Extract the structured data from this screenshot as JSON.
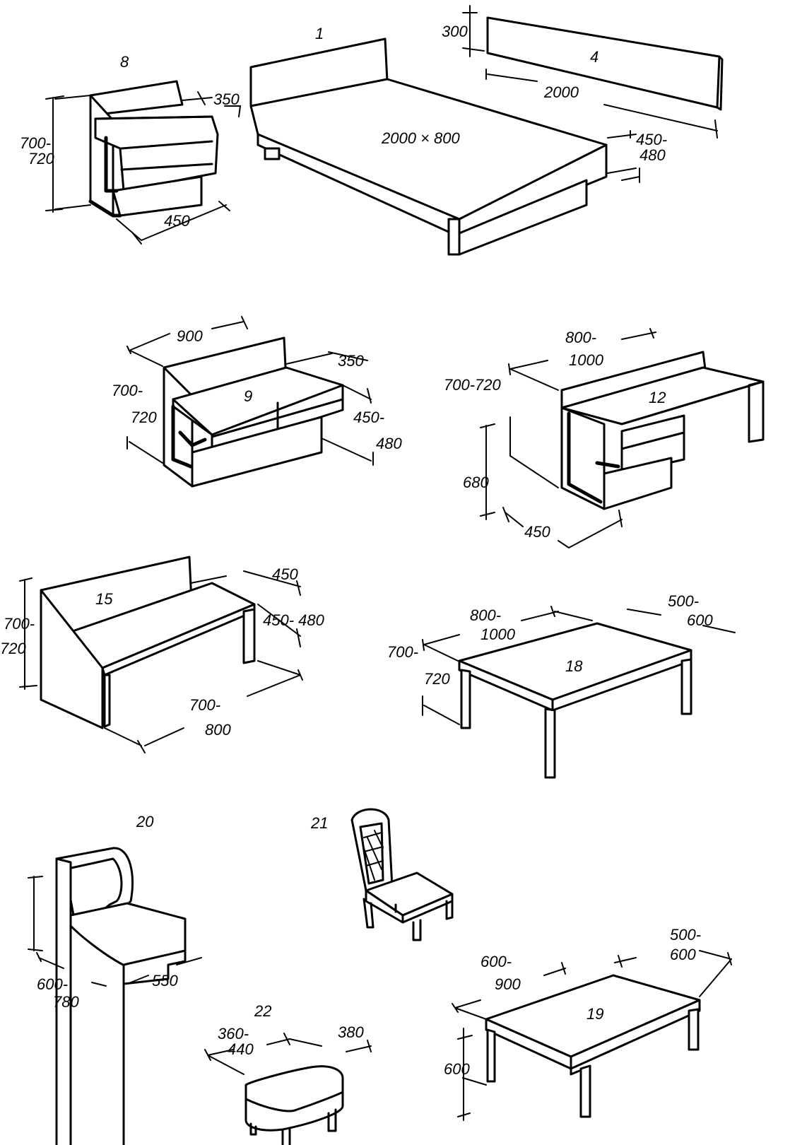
{
  "items": {
    "bed": {
      "number": "1",
      "size": "2000 × 800",
      "height": "450-",
      "height2": "480"
    },
    "wall_shelf": {
      "number": "4",
      "height": "300",
      "length": "2000"
    },
    "nightstand": {
      "number": "8",
      "height": "700-",
      "height2": "720",
      "depth": "350",
      "width": "450"
    },
    "dresser": {
      "number": "9",
      "width": "900",
      "height": "700-",
      "height2": "720",
      "depth": "350",
      "depth2": "450-",
      "depth3": "480"
    },
    "desk": {
      "number": "12",
      "width": "800-",
      "width2": "1000",
      "height": "700-720",
      "height2": "680",
      "depth": "450"
    },
    "bench": {
      "number": "15",
      "height": "700-",
      "height2": "720",
      "depth": "450",
      "seat_height": "450- 480",
      "length": "700-",
      "length2": "800"
    },
    "table_large": {
      "number": "18",
      "length": "800-",
      "length2": "1000",
      "width": "500-",
      "width2": "600",
      "height": "700-",
      "height2": "720"
    },
    "armchair": {
      "number": "20",
      "width": "600-",
      "width2": "780",
      "depth": "550"
    },
    "chair": {
      "number": "21"
    },
    "stool": {
      "number": "22",
      "width": "360-",
      "width2": "440",
      "depth": "380"
    },
    "table_low": {
      "number": "19",
      "length": "600-",
      "length2": "900",
      "width": "500-",
      "width2": "600",
      "height": "600"
    }
  }
}
